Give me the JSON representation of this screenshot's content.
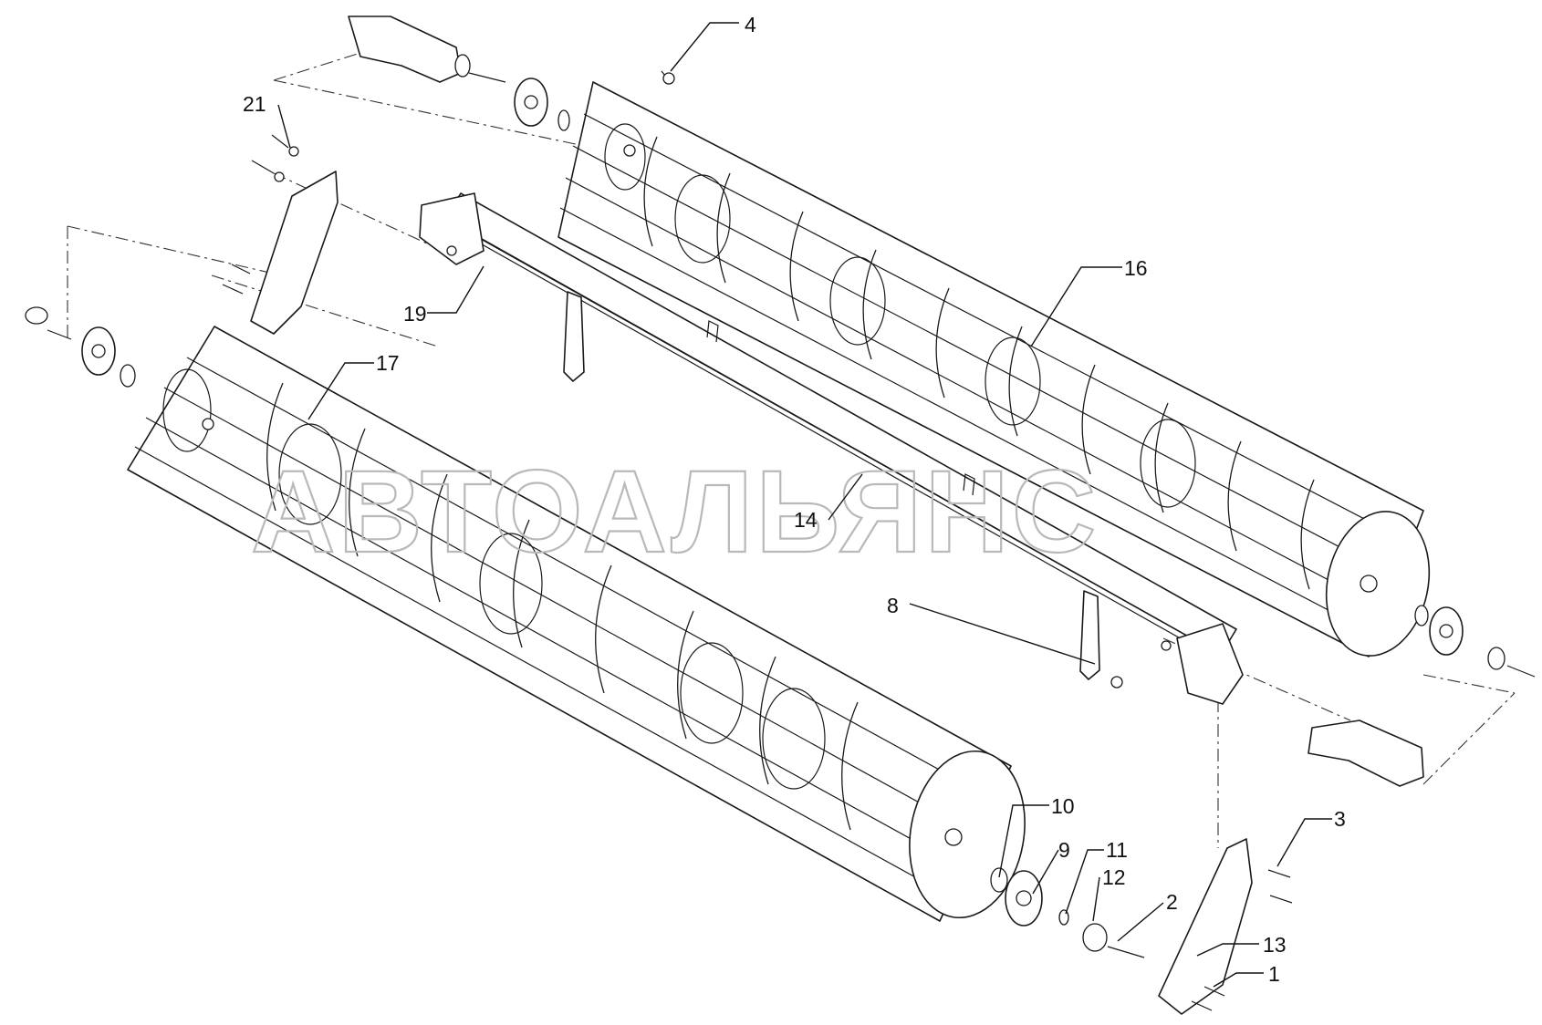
{
  "watermark": "АВТОАЛЬЯНС",
  "callouts": [
    {
      "id": "4",
      "label": "4"
    },
    {
      "id": "21",
      "label": "21"
    },
    {
      "id": "16",
      "label": "16"
    },
    {
      "id": "19",
      "label": "19"
    },
    {
      "id": "17",
      "label": "17"
    },
    {
      "id": "14",
      "label": "14"
    },
    {
      "id": "8",
      "label": "8"
    },
    {
      "id": "10",
      "label": "10"
    },
    {
      "id": "9",
      "label": "9"
    },
    {
      "id": "11",
      "label": "11"
    },
    {
      "id": "12",
      "label": "12"
    },
    {
      "id": "2",
      "label": "2"
    },
    {
      "id": "3",
      "label": "3"
    },
    {
      "id": "13",
      "label": "13"
    },
    {
      "id": "1",
      "label": "1"
    }
  ],
  "colors": {
    "line": "#1a1a1a",
    "watermark": "#b9b9b9",
    "background": "#ffffff"
  }
}
